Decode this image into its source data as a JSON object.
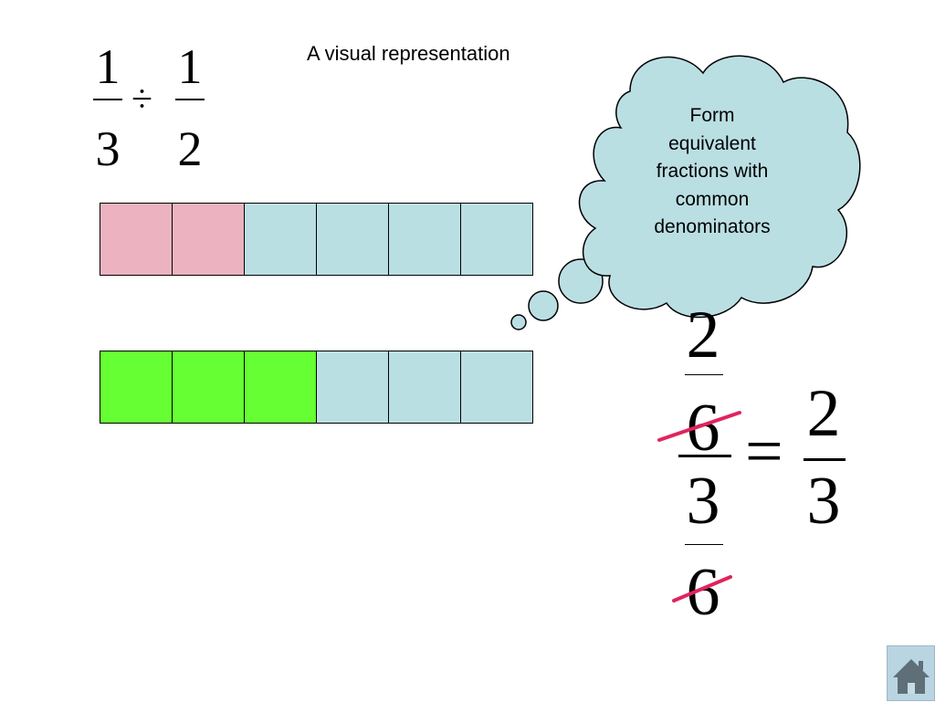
{
  "title_expression": {
    "left": {
      "numerator": "1",
      "denominator": "3"
    },
    "operator": "÷",
    "right": {
      "numerator": "1",
      "denominator": "2"
    }
  },
  "subtitle": "A visual representation",
  "strips": [
    {
      "name": "thirds-strip",
      "cells": [
        "#ecb2bf",
        "#ecb2bf",
        "#badfe3",
        "#badfe3",
        "#badfe3",
        "#badfe3"
      ]
    },
    {
      "name": "halves-strip",
      "cells": [
        "#66ff33",
        "#66ff33",
        "#66ff33",
        "#badfe3",
        "#badfe3",
        "#badfe3"
      ]
    }
  ],
  "thought_bubble": {
    "lines": [
      "Form",
      "equivalent",
      "fractions with",
      "common",
      "denominators"
    ],
    "fill": "#badfe3"
  },
  "result": {
    "top_numerator": "2",
    "top_denominator": "6",
    "bottom_numerator": "3",
    "bottom_denominator": "6",
    "equals": "=",
    "answer_numerator": "2",
    "answer_denominator": "3",
    "strike_color": "#e0245e"
  },
  "home_button": {
    "icon": "home-icon"
  }
}
